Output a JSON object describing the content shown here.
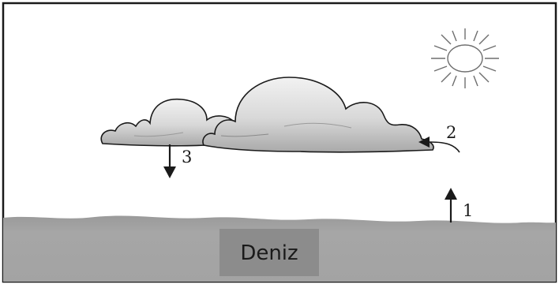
{
  "diagram": {
    "sea_label": "Deniz",
    "steps": [
      {
        "number": "1"
      },
      {
        "number": "2"
      },
      {
        "number": "3"
      }
    ],
    "colors": {
      "frame": "#1a1a1a",
      "sea": "#a3a3a3",
      "sea_label_box": "#8c8c8c",
      "cloud_fill": "#d4d4d4",
      "cloud_outline": "#1a1a1a",
      "sun_outline": "#6e6e6e"
    },
    "icons": [
      "sun-icon",
      "cloud-icon",
      "arrow-up-icon",
      "arrow-down-icon",
      "curved-arrow-icon"
    ]
  }
}
